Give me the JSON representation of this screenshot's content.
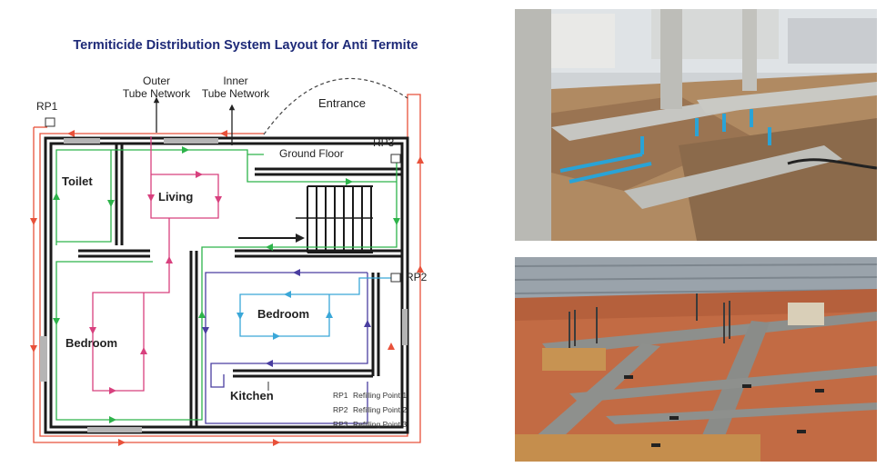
{
  "title": "Termiticide Distribution System Layout for Anti Termite",
  "labels": {
    "rp1": "RP1",
    "rp2": "RP2",
    "rp3": "RP3",
    "outer_tube_line1": "Outer",
    "outer_tube_line2": "Tube Network",
    "inner_tube_line1": "Inner",
    "inner_tube_line2": "Tube Network",
    "entrance": "Entrance",
    "ground_floor": "Ground Floor"
  },
  "rooms": {
    "toilet": "Toilet",
    "living": "Living",
    "bedroom_left": "Bedroom",
    "bedroom_right": "Bedroom",
    "kitchen": "Kitchen"
  },
  "legend": [
    {
      "key": "RP1",
      "text": "Refilling Point 1"
    },
    {
      "key": "RP2",
      "text": "Refilling Point 2"
    },
    {
      "key": "RP3",
      "text": "Refilling Point 3"
    }
  ],
  "colors": {
    "title": "#1e2a78",
    "outer_network": "#e8513a",
    "green_network": "#2db34a",
    "pink_network": "#d8407e",
    "purple_network": "#4a3ea0",
    "cyan_network": "#3aa7d8",
    "walls": "#1a1a1a"
  }
}
